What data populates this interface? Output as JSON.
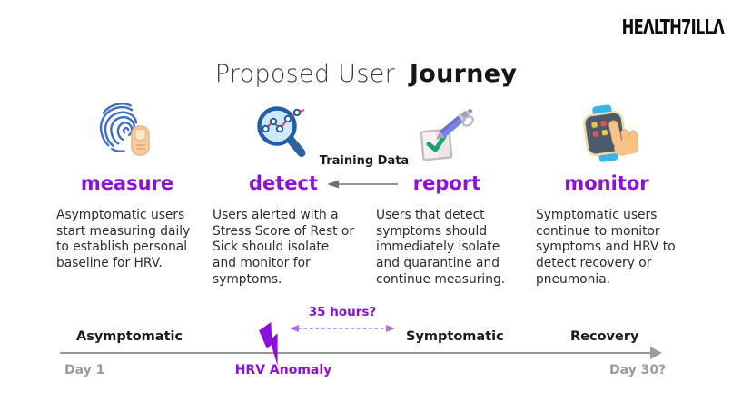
{
  "logo": {
    "text": "HEALTHZILLA"
  },
  "title": {
    "light": "Proposed User",
    "bold": "Journey"
  },
  "steps": [
    {
      "label": "measure",
      "icon": "fingerprint-touch-icon",
      "description": "Asymptomatic users start measuring daily to establish personal baseline for HRV."
    },
    {
      "label": "detect",
      "icon": "magnifier-chart-icon",
      "description": "Users alerted with a Stress Score of Rest or Sick should isolate and monitor for symptoms."
    },
    {
      "label": "report",
      "icon": "checkbox-pen-icon",
      "description": "Users that detect symptoms should immediately isolate and quarantine and continue measuring."
    },
    {
      "label": "monitor",
      "icon": "smartwatch-tap-icon",
      "description": "Symptomatic users continue to monitor symptoms and HRV to detect recovery or pneumonia."
    }
  ],
  "training_arrow": {
    "label": "Training Data",
    "direction": "left"
  },
  "timeline": {
    "duration_annotation": "35 hours?",
    "phase_labels": [
      "Asymptomatic",
      "Symptomatic",
      "Recovery"
    ],
    "start_label": "Day 1",
    "end_label": "Day 30?",
    "event_label": "HRV Anomaly"
  },
  "colors": {
    "accent_purple": "#8A10DC",
    "dashed_arrow_purple": "#B46CF1",
    "timeline_gray": "#979797",
    "day_label_gray": "#9C9C9C",
    "text_dark": "#2D2D2D",
    "icon_blue": "#3E6EC8",
    "icon_red": "#E04B4B",
    "icon_green": "#17A377",
    "icon_skin": "#F9C287",
    "icon_band_blue": "#39B4E9",
    "icon_pen_periwinkle": "#7B82E3"
  }
}
